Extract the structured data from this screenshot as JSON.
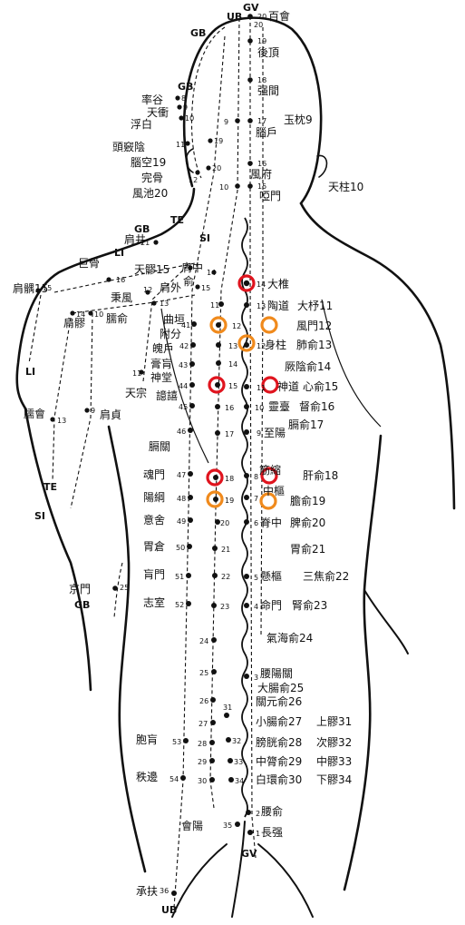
{
  "meridians": {
    "ub_top": "UB",
    "gv_top": "GV",
    "gb_top": "GB",
    "gb_head": "GB",
    "gb_shoulder": "GB",
    "li_shoulder": "LI",
    "te_neck": "TE",
    "si_neck": "SI",
    "li_arm": "LI",
    "te_arm": "TE",
    "si_arm": "SI",
    "gb_flank": "GB",
    "gv_bottom": "GV",
    "ub_bottom": "UB"
  },
  "gv_points": [
    {
      "num": "20",
      "name": "百會"
    },
    {
      "num": "19",
      "name": "後頂"
    },
    {
      "num": "18",
      "name": "强間"
    },
    {
      "num": "17",
      "name": "腦戶"
    },
    {
      "num": "16",
      "name": "風府"
    },
    {
      "num": "15",
      "name": "啞門"
    },
    {
      "num": "14",
      "name": "大椎"
    },
    {
      "num": "13",
      "name": "陶道"
    },
    {
      "num": "12",
      "name": "身柱"
    },
    {
      "num": "11",
      "name": "神道"
    },
    {
      "num": "10",
      "name": "靈臺"
    },
    {
      "num": "9",
      "name": "至陽"
    },
    {
      "num": "8",
      "name": "筋縮"
    },
    {
      "num": "7",
      "name": "中樞"
    },
    {
      "num": "6",
      "name": "脊中"
    },
    {
      "num": "5",
      "name": "懸樞"
    },
    {
      "num": "4",
      "name": "命門"
    },
    {
      "num": "3",
      "name": "腰陽關"
    },
    {
      "num": "2",
      "name": "腰俞"
    },
    {
      "num": "1",
      "name": "長强"
    }
  ],
  "ub_inner": [
    {
      "num": "9",
      "name": "玉枕9"
    },
    {
      "num": "10",
      "name": "天柱10"
    },
    {
      "num": "11",
      "name": "大杼11"
    },
    {
      "num": "12",
      "name": "風門12"
    },
    {
      "num": "13",
      "name": "肺俞13"
    },
    {
      "num": "14",
      "name": "厥陰俞14"
    },
    {
      "num": "15",
      "name": "心俞15"
    },
    {
      "num": "16",
      "name": "督俞16"
    },
    {
      "num": "17",
      "name": "膈俞17"
    },
    {
      "num": "18",
      "name": "肝俞18"
    },
    {
      "num": "19",
      "name": "膽俞19"
    },
    {
      "num": "20",
      "name": "脾俞20"
    },
    {
      "num": "21",
      "name": "胃俞21"
    },
    {
      "num": "22",
      "name": "三焦俞22"
    },
    {
      "num": "23",
      "name": "腎俞23"
    },
    {
      "num": "24",
      "name": "氣海俞24"
    },
    {
      "num": "25",
      "name": "大腸俞25"
    },
    {
      "num": "26",
      "name": "關元俞26"
    },
    {
      "num": "27",
      "name": "小腸俞27"
    },
    {
      "num": "28",
      "name": "膀胱俞28"
    },
    {
      "num": "29",
      "name": "中膂俞29"
    },
    {
      "num": "30",
      "name": "白環俞30"
    },
    {
      "num": "31",
      "name": "上髎31"
    },
    {
      "num": "32",
      "name": "次髎32"
    },
    {
      "num": "33",
      "name": "中髎33"
    },
    {
      "num": "34",
      "name": "下髎34"
    },
    {
      "num": "35",
      "name": "會陽"
    },
    {
      "num": "36",
      "name": "承扶"
    }
  ],
  "ub_outer": [
    {
      "num": "41",
      "name": "附分"
    },
    {
      "num": "42",
      "name": "魄戶"
    },
    {
      "num": "43",
      "name": "膏肓"
    },
    {
      "num": "44",
      "name": "神堂"
    },
    {
      "num": "45",
      "name": "譩譆"
    },
    {
      "num": "46",
      "name": "膈關"
    },
    {
      "num": "47",
      "name": "魂門"
    },
    {
      "num": "48",
      "name": "陽綱"
    },
    {
      "num": "49",
      "name": "意舍"
    },
    {
      "num": "50",
      "name": "胃倉"
    },
    {
      "num": "51",
      "name": "肓門"
    },
    {
      "num": "52",
      "name": "志室"
    },
    {
      "num": "53",
      "name": "胞肓"
    },
    {
      "num": "54",
      "name": "秩邊"
    }
  ],
  "gb_points": [
    {
      "num": "8",
      "name": "率谷"
    },
    {
      "num": "9",
      "name": "天衝"
    },
    {
      "num": "10",
      "name": "浮白"
    },
    {
      "num": "11",
      "name": "頭竅陰"
    },
    {
      "num": "19",
      "name": "腦空19"
    },
    {
      "num": "12",
      "name": "完骨"
    },
    {
      "num": "20",
      "name": "風池20"
    },
    {
      "num": "21",
      "name": "肩井"
    },
    {
      "num": "25",
      "name": "京門"
    }
  ],
  "arm_points": [
    {
      "num": "16",
      "name": "巨骨"
    },
    {
      "num": "15",
      "name": "天髎15"
    },
    {
      "num": "14",
      "name": "肩中"
    },
    {
      "num": "15",
      "name": "肩外"
    },
    {
      "num": "15",
      "name": "肩髃15"
    },
    {
      "num": "12",
      "name": "秉風"
    },
    {
      "num": "13",
      "name": "曲垣"
    },
    {
      "num": "10",
      "name": "臑俞"
    },
    {
      "num": "14",
      "name": "肩髎"
    },
    {
      "num": "11",
      "name": "天宗"
    },
    {
      "num": "9",
      "name": "肩貞"
    },
    {
      "num": "13",
      "name": "臑會"
    }
  ],
  "extra_labels": {
    "shu": "俞",
    "dot_20": "20"
  },
  "colors": {
    "red": "#e0141e",
    "orange": "#f08a1c",
    "ink": "#111111"
  }
}
